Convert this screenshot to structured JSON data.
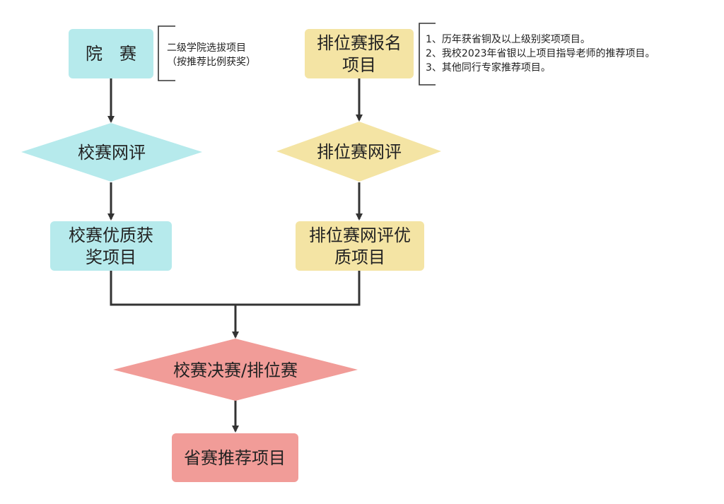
{
  "colors": {
    "cyan": "#b6eaec",
    "yellow": "#f4e4a4",
    "red": "#f19c98",
    "line": "#333333"
  },
  "nodes": {
    "college_contest": "院　赛",
    "ranking_signup": [
      "排位赛报名",
      "项目"
    ],
    "school_online_review": "校赛网评",
    "ranking_online_review": "排位赛网评",
    "school_quality_awarded": [
      "校赛优质获",
      "奖项目"
    ],
    "ranking_online_quality": [
      "排位赛网评优",
      "质项目"
    ],
    "finals": "校赛决赛/排位赛",
    "provincial_recommend": "省赛推荐项目"
  },
  "notes": {
    "college_note": [
      "二级学院选拔项目",
      "（按推荐比例获奖）"
    ],
    "ranking_note": [
      "1、历年获省铜及以上级别奖项项目。",
      "2、我校2023年省银以上项目指导老师的推荐项目。",
      "3、其他同行专家推荐项目。"
    ]
  }
}
